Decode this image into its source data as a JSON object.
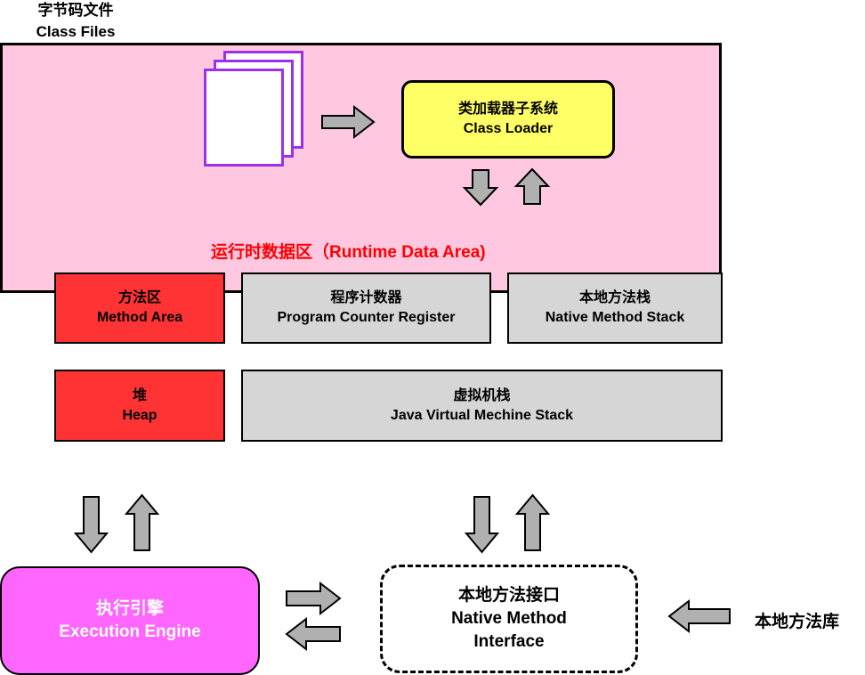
{
  "class_files": {
    "title_cn": "字节码文件",
    "title_en": "Class Files"
  },
  "class_loader": {
    "cn": "类加载器子系统",
    "en": "Class Loader"
  },
  "runtime_data_area": {
    "title": "运行时数据区（Runtime Data Area)",
    "method_area": {
      "cn": "方法区",
      "en": "Method Area"
    },
    "pc_register": {
      "cn": "程序计数器",
      "en": "Program Counter Register"
    },
    "native_stack": {
      "cn": "本地方法栈",
      "en": "Native Method Stack"
    },
    "heap": {
      "cn": "堆",
      "en": "Heap"
    },
    "jvm_stack": {
      "cn": "虚拟机栈",
      "en": "Java Virtual Mechine Stack"
    }
  },
  "execution_engine": {
    "cn": "执行引擎",
    "en": "Execution Engine"
  },
  "native_interface": {
    "cn": "本地方法接口",
    "en1": "Native Method",
    "en2": "Interface"
  },
  "native_library": {
    "cn": "本地方法库"
  },
  "colors": {
    "file_border": "#9b30e8",
    "loader_fill": "#ffff66",
    "rda_fill": "#ffc8e0",
    "rda_title": "#ff0000",
    "red_cell": "#ff3333",
    "gray_cell": "#d6d6d6",
    "engine_fill": "#ff66ff",
    "arrow_fill": "#b0b0b0"
  }
}
